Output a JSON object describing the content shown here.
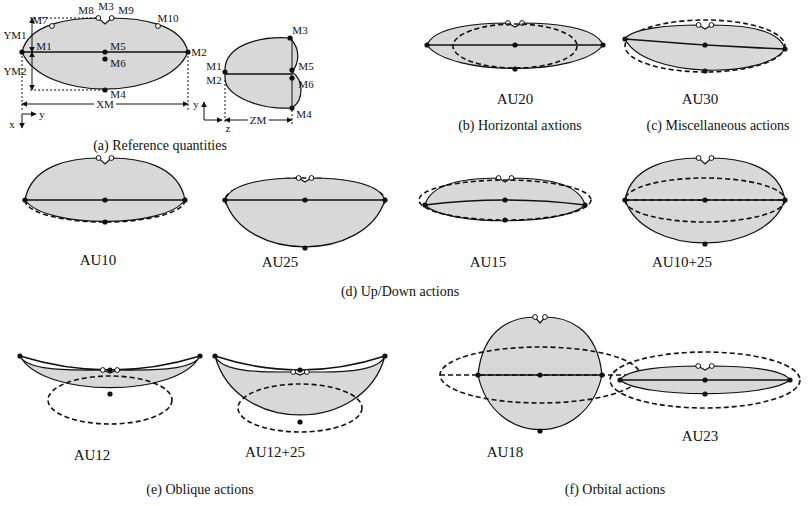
{
  "diagram": {
    "labels": [
      "M7",
      "M8",
      "M3",
      "M9",
      "M10",
      "YM1",
      "YM2",
      "M1",
      "M5",
      "M6",
      "M2",
      "M4",
      "XM",
      "x",
      "y",
      "M3",
      "M1",
      "M2",
      "M5",
      "M6",
      "M4",
      "ZM",
      "y",
      "z",
      "(a) Reference quantities",
      "AU20",
      "(b) Horizontal axtions",
      "AU30",
      "(c) Miscellaneous actions",
      "AU10",
      "AU25",
      "AU15",
      "AU10+25",
      "(d) Up/Down actions",
      "AU12",
      "AU12+25",
      "(e) Oblique actions",
      "AU18",
      "AU23",
      "(f) Orbital actions"
    ]
  }
}
